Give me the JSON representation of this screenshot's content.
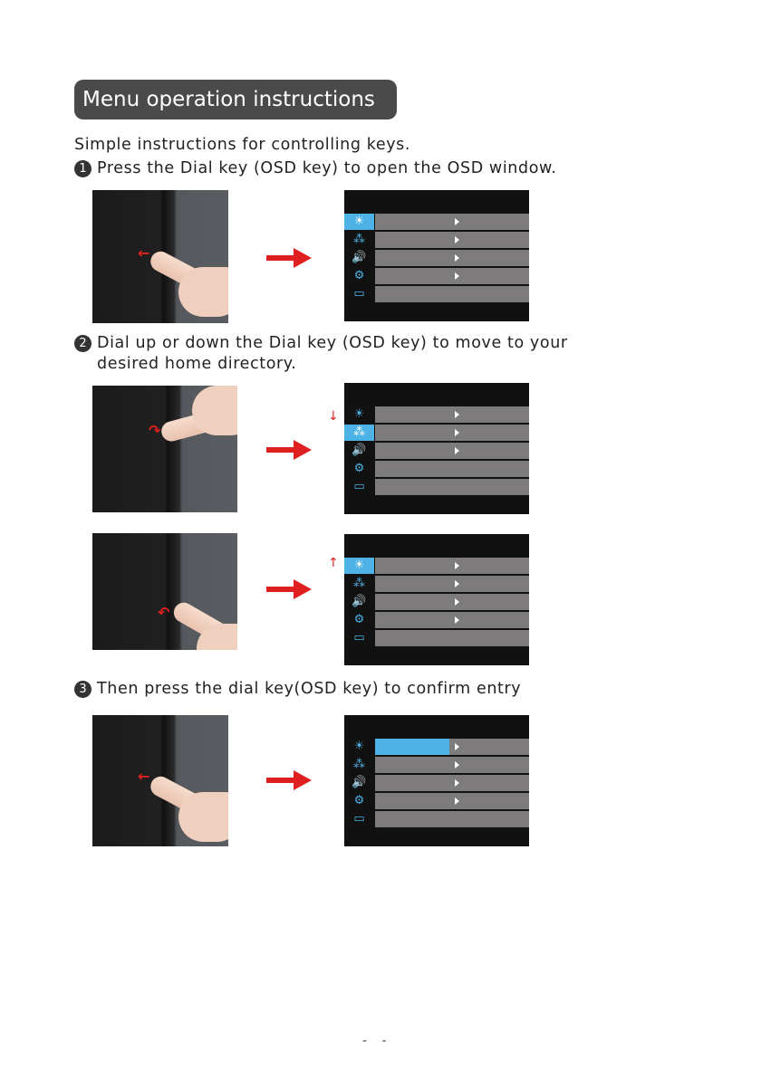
{
  "title": "Menu operation instructions",
  "intro": "Simple instructions for controlling keys.",
  "steps": [
    {
      "num": "1",
      "text": "Press the Dial key (OSD key) to open the OSD window."
    },
    {
      "num": "2",
      "text": "Dial up or down the Dial key (OSD key) to move to your",
      "text2": "desired home directory."
    },
    {
      "num": "3",
      "text": "Then press the dial key(OSD key) to confirm entry"
    }
  ],
  "osd_icons": [
    "brightness-icon",
    "color-icon",
    "audio-icon",
    "settings-icon",
    "monitor-icon"
  ],
  "osd_panels": [
    {
      "highlight": 0,
      "arrows": [
        true,
        true,
        true,
        true,
        false
      ],
      "submenu_selected": false
    },
    {
      "highlight": 1,
      "arrows": [
        true,
        true,
        true,
        false,
        false
      ],
      "submenu_selected": false
    },
    {
      "highlight": 0,
      "arrows": [
        true,
        true,
        true,
        true,
        false
      ],
      "submenu_selected": false
    },
    {
      "highlight": -1,
      "arrows": [
        true,
        true,
        true,
        true,
        false
      ],
      "submenu_selected": true
    }
  ],
  "colors": {
    "accent": "#4db3e6",
    "arrow": "#e02020",
    "bar": "#7d7b7b"
  },
  "page_number": "-  -"
}
